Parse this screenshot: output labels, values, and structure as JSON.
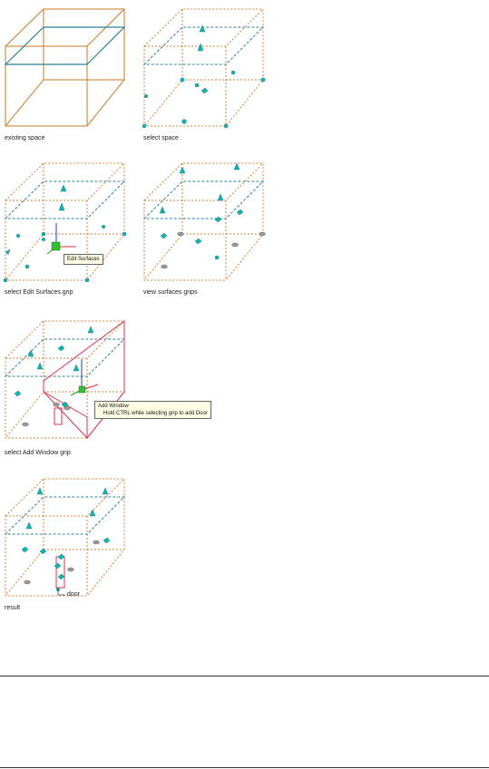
{
  "panels": [
    {
      "id": "existing",
      "caption": "existing space"
    },
    {
      "id": "select",
      "caption": "select space"
    },
    {
      "id": "edit",
      "caption": "select Edit Surfaces grip",
      "tooltip": "Edit Surfaces"
    },
    {
      "id": "view",
      "caption": "view surfaces grips"
    },
    {
      "id": "window",
      "caption": "select Add Window grip",
      "tooltip_title": "Add Window",
      "tooltip_hint": "Hold CTRL while selecting grip to add Door"
    },
    {
      "id": "result",
      "caption": "result",
      "callout": "door"
    }
  ],
  "colors": {
    "box_solid": "#c8782a",
    "box_dash": "#d5803a",
    "ceiling": "#2f7f95",
    "grip": "#13b3b3",
    "grip_gray": "#9a9a9a",
    "highlight": "#e0304a",
    "axis_green": "#2aa02a",
    "axis_blue": "#2040c0",
    "axis_red": "#e03030"
  }
}
